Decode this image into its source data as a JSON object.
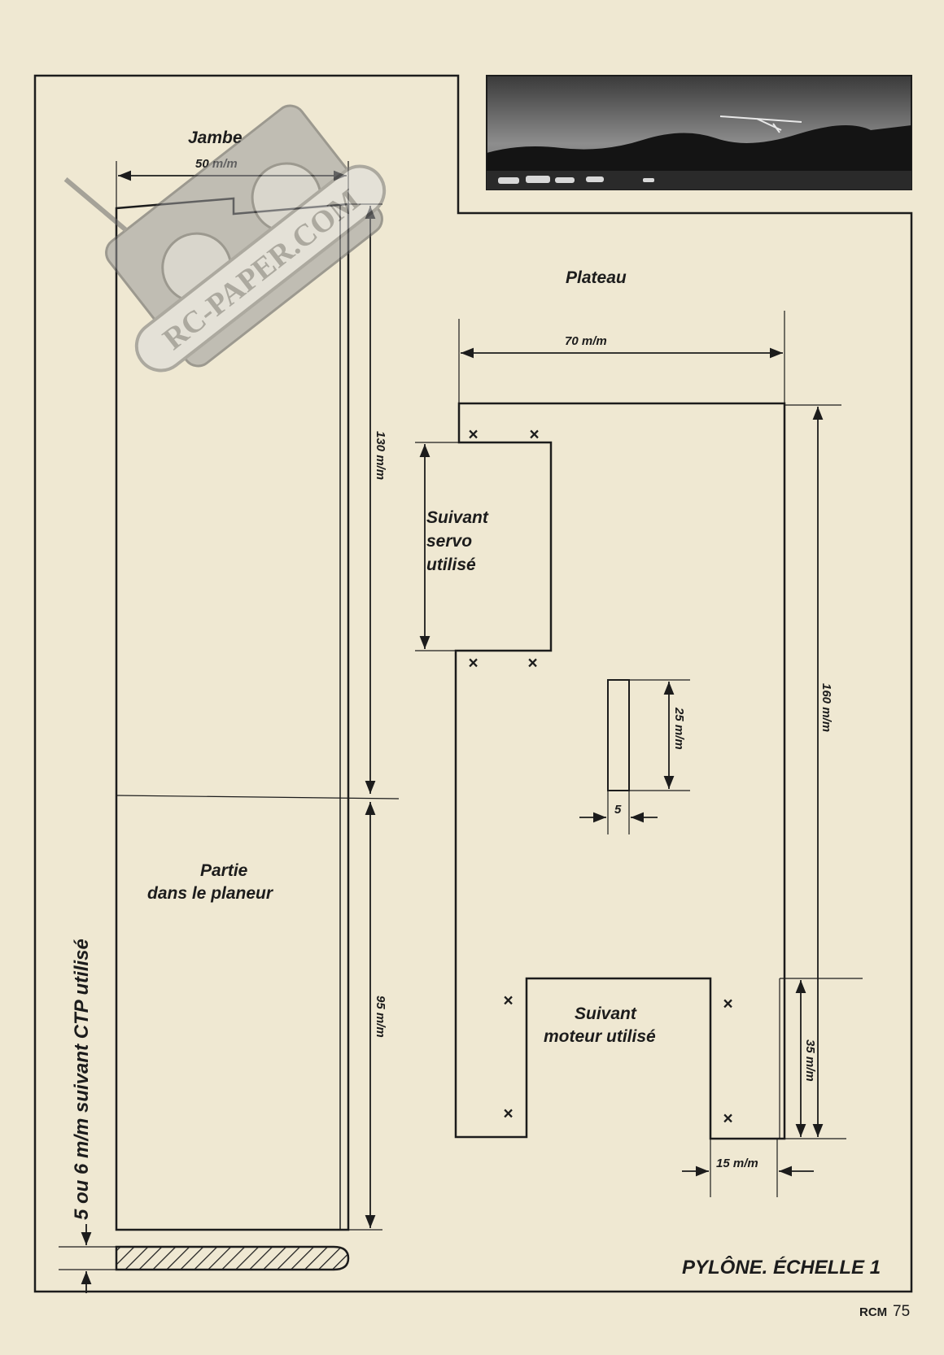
{
  "labels": {
    "jambe": "Jambe",
    "plateau": "Plateau",
    "partie_line1": "Partie",
    "partie_line2": "dans le planeur",
    "servo_line1": "Suivant",
    "servo_line2": "servo",
    "servo_line3": "utilisé",
    "moteur_line1": "Suivant",
    "moteur_line2": "moteur utilisé",
    "thickness": "5 ou 6 m/m suivant CTP utilisé"
  },
  "dimensions": {
    "jambe_width": "50 m/m",
    "jambe_upper": "130 m/m",
    "jambe_lower": "95 m/m",
    "plateau_width": "70 m/m",
    "plateau_height": "160 m/m",
    "slot_height": "25 m/m",
    "slot_width": "5",
    "motor_step_height": "35 m/m",
    "motor_step_width": "15 m/m"
  },
  "mounting_marks": "×",
  "caption": "PYLÔNE. ÉCHELLE 1",
  "footer": {
    "magazine": "RCM",
    "page_number": "75"
  },
  "watermark": {
    "text": "RC-PAPER.COM",
    "icon": "rc-transmitter-icon"
  },
  "photo": {
    "icon": "glider-photo-icon"
  },
  "colors": {
    "paper": "#efe8d2",
    "ink": "#1c1c1c",
    "watermark": "#8a8a8a"
  }
}
